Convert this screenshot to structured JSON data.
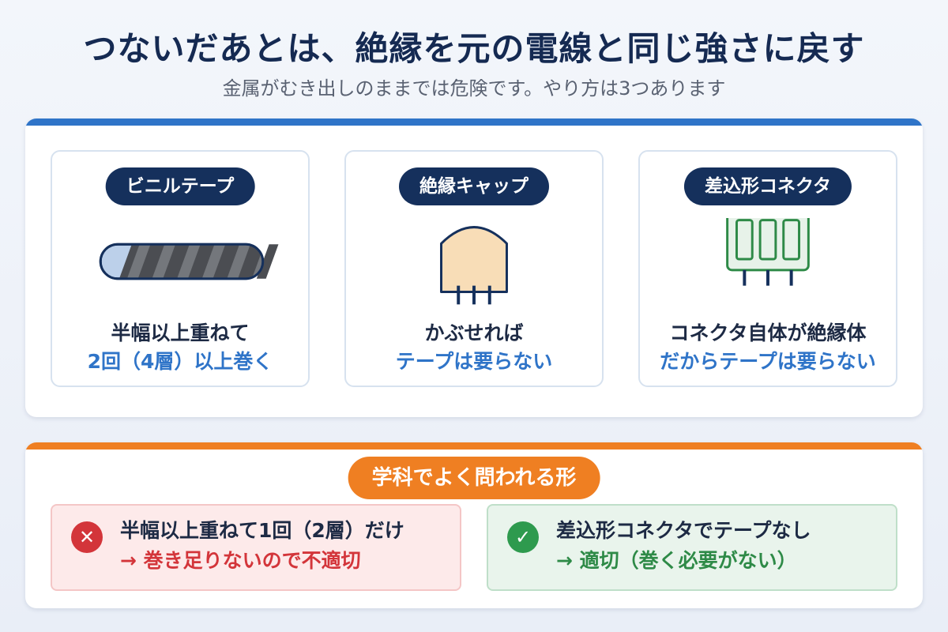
{
  "header": {
    "title": "つないだあとは、絶縁を元の電線と同じ強さに戻す",
    "subtitle": "金属がむき出しのままでは危険です。やり方は3つあります"
  },
  "methods": [
    {
      "label": "ビニルテープ",
      "line1": "半幅以上重ねて",
      "line2": "2回（4層）以上巻く",
      "icon": "tape-wrap-icon"
    },
    {
      "label": "絶縁キャップ",
      "line1": "かぶせれば",
      "line2": "テープは要らない",
      "icon": "insulation-cap-icon"
    },
    {
      "label": "差込形コネクタ",
      "line1": "コネクタ自体が絶縁体",
      "line2": "だからテープは要らない",
      "icon": "connector-icon"
    }
  ],
  "exam": {
    "label": "学科でよく問われる形",
    "wrong": {
      "icon": "cross-icon",
      "mark": "✕",
      "line1": "半幅以上重ねて1回（2層）だけ",
      "line2": "→ 巻き足りないので不適切"
    },
    "right": {
      "icon": "check-icon",
      "mark": "✓",
      "line1": "差込形コネクタでテープなし",
      "line2": "→ 適切（巻く必要がない）"
    }
  },
  "colors": {
    "navy": "#15305c",
    "blue": "#2f74c8",
    "orange": "#ef7f22",
    "red": "#d3353a",
    "green": "#2e9a4e"
  }
}
